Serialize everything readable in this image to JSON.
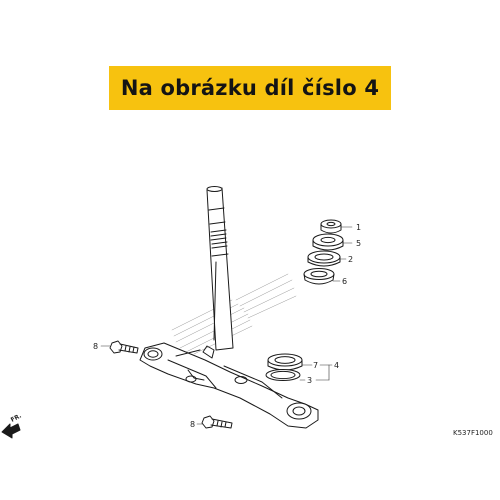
{
  "banner": {
    "text": "Na obrázku díl číslo 4"
  },
  "callouts": [
    "1",
    "5",
    "2",
    "6",
    "8",
    "7",
    "4",
    "3",
    "8"
  ],
  "direction_label": "FR.",
  "diagram_code": "K537F1000"
}
